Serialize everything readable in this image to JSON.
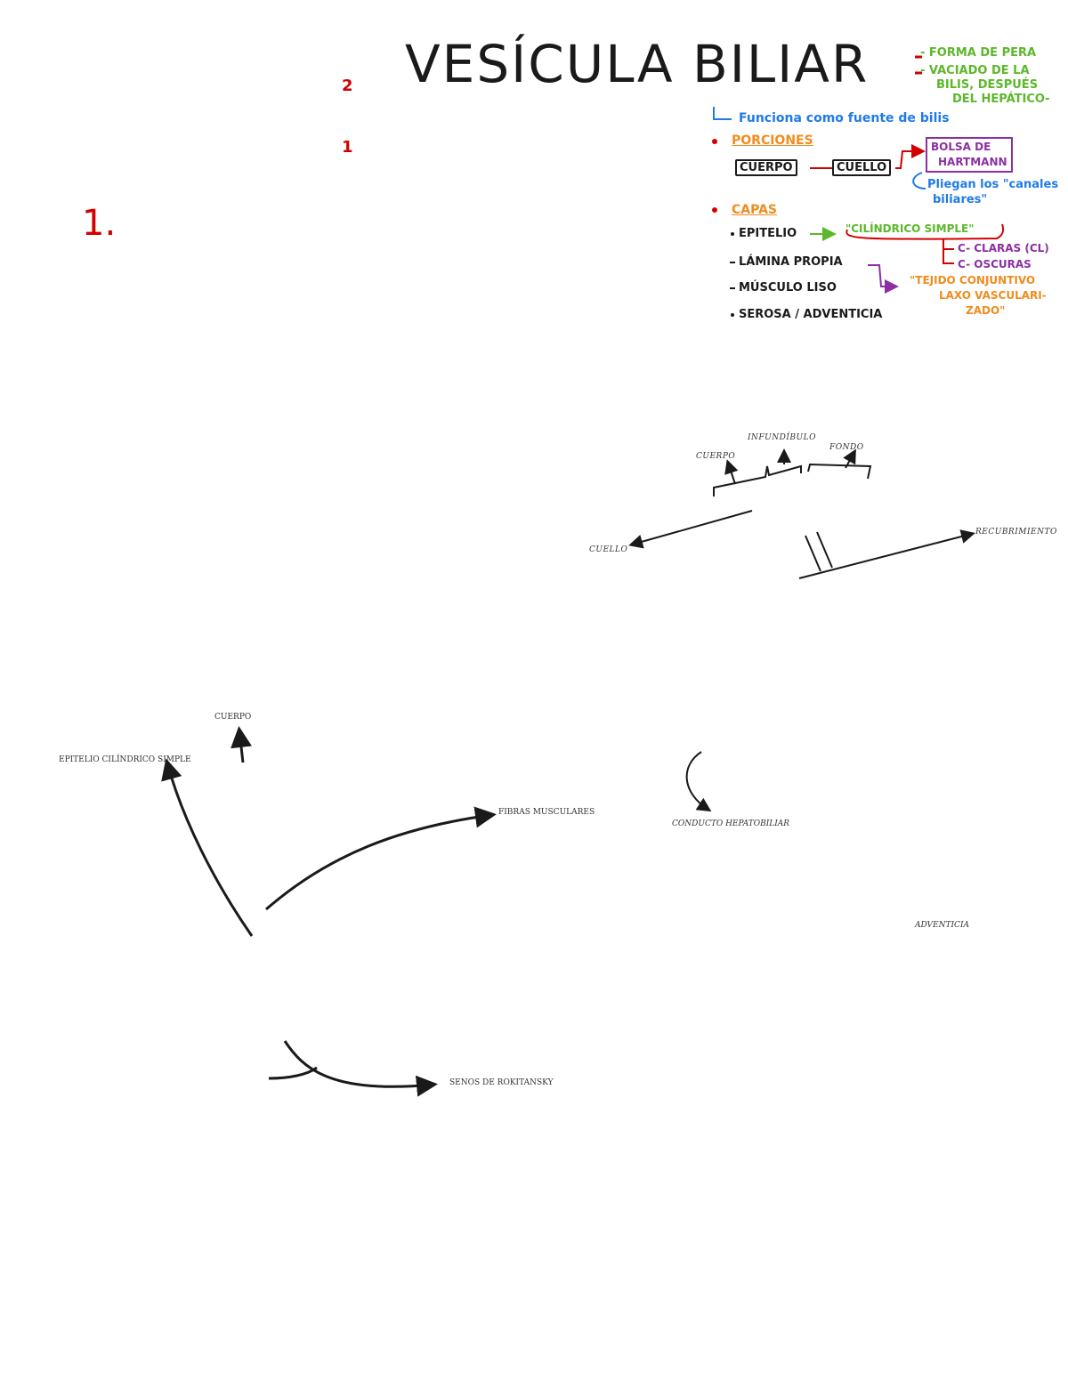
{
  "header": {
    "title": "VESÍCULA BILIAR",
    "page_marks": [
      "2",
      "1"
    ],
    "section_number": "1."
  },
  "notes": {
    "green_1": "- FORMA DE PERA",
    "green_2": "- VACIADO DE LA",
    "green_3": "BILIS, DESPUÉS",
    "green_4": "DEL HEPÁTICO-",
    "blue_function": "Funciona como fuente de bilis",
    "porciones_title": "PORCIONES",
    "cuerpo": "CUERPO",
    "cuello": "CUELLO",
    "bolsa_1": "BOLSA DE",
    "bolsa_2": "HARTMANN",
    "blue_pliegues_1": "Pliegan los \"canales",
    "blue_pliegues_2": "biliares\"",
    "capas_title": "CAPAS",
    "capa_epitelio": "EPITELIO",
    "capa_lamina": "LÁMINA PROPIA",
    "capa_musculo": "MÚSCULO LISO",
    "capa_serosa": "SEROSA / ADVENTICIA",
    "epitelio_tipo": "\"CILÍNDRICO SIMPLE\"",
    "cel_1": "C- CLARAS (CL)",
    "cel_2": "C- OSCURAS",
    "tejido_1": "\"TEJIDO CONJUNTIVO",
    "tejido_2": "LAXO VASCULARI-",
    "tejido_3": "ZADO\""
  },
  "diagram_labels": {
    "top_fundus": "INFUNDÍBULO",
    "top_cuerpo": "CUERPO",
    "top_fondo": "FONDO",
    "top_left": "CUELLO",
    "top_right": "RECUBRIMIENTO",
    "lower_1": "CUERPO",
    "lower_2": "EPITELIO CILÍNDRICO SIMPLE",
    "lower_3": "FIBRAS MUSCULARES",
    "lower_4": "CONDUCTO HEPATOBILIAR",
    "lower_5": "ADVENTICIA",
    "lower_6": "SENOS DE ROKITANSKY"
  },
  "colors": {
    "red": "#d40000",
    "green": "#5cb82a",
    "blue": "#1f7be6",
    "orange": "#f08c1e",
    "purple": "#8c2fa3",
    "ink": "#1a1a1a"
  }
}
